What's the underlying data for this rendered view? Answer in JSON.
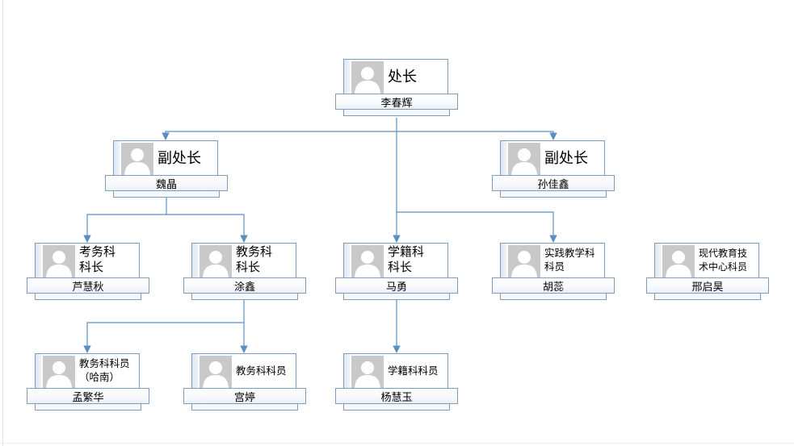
{
  "diagram": {
    "nodes": [
      {
        "id": "n1",
        "title": "处长",
        "name": "李春辉"
      },
      {
        "id": "n2",
        "title": "副处长",
        "name": "魏晶"
      },
      {
        "id": "n3",
        "title": "副处长",
        "name": "孙佳鑫"
      },
      {
        "id": "n4",
        "title": "考务科\n科长",
        "name": "芦慧秋"
      },
      {
        "id": "n5",
        "title": "教务科\n科长",
        "name": "涂鑫"
      },
      {
        "id": "n6",
        "title": "学籍科\n科长",
        "name": "马勇"
      },
      {
        "id": "n7",
        "title": "实践教学科\n科员",
        "name": "胡蕊"
      },
      {
        "id": "n8",
        "title": "现代教育技\n术中心科员",
        "name": "邢启昊"
      },
      {
        "id": "n9",
        "title": "教务科科员\n（哈南）",
        "name": "孟繁华"
      },
      {
        "id": "n10",
        "title": "教务科科员",
        "name": "宫婷"
      },
      {
        "id": "n11",
        "title": "学籍科科员",
        "name": "杨慧玉"
      }
    ],
    "colors": {
      "connector": "#5b8fc4",
      "border": "#7f9db9",
      "avatar": "#c9c9c9"
    },
    "icons": {
      "avatar": "person-silhouette-icon"
    }
  }
}
